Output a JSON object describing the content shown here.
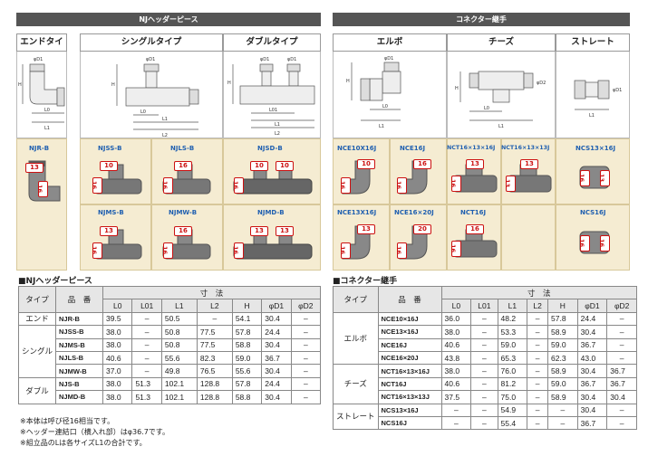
{
  "left_section": "NJヘッダーピース",
  "right_section": "コネクター継手",
  "types": {
    "end": "エンドタイプ",
    "single": "シングルタイプ",
    "double": "ダブルタイプ",
    "elbow": "エルボ",
    "tee": "チーズ",
    "straight": "ストレート"
  },
  "products": {
    "njr": {
      "code": "NJR-B",
      "tags": [
        "13",
        "16"
      ]
    },
    "njss": {
      "code": "NJSS-B",
      "tags": [
        "10",
        "16"
      ]
    },
    "njls": {
      "code": "NJLS-B",
      "tags": [
        "16",
        "16"
      ]
    },
    "njsd": {
      "code": "NJSD-B",
      "tags": [
        "10",
        "10",
        "16"
      ]
    },
    "njms": {
      "code": "NJMS-B",
      "tags": [
        "13",
        "16"
      ]
    },
    "njmw": {
      "code": "NJMW-B",
      "tags": [
        "16",
        "16"
      ]
    },
    "njmd": {
      "code": "NJMD-B",
      "tags": [
        "13",
        "13",
        "16"
      ]
    },
    "nce10": {
      "code": "NCE10X16J",
      "tags": [
        "10",
        "16"
      ]
    },
    "nce16": {
      "code": "NCE16J",
      "tags": [
        "16",
        "16"
      ]
    },
    "nct16x16": {
      "code": "NCT16×13×16J",
      "tags": [
        "13",
        "16"
      ]
    },
    "nct16x13": {
      "code": "NCT16×13×13J",
      "tags": [
        "13",
        "13"
      ]
    },
    "ncs13": {
      "code": "NCS13×16J",
      "tags": [
        "16",
        "13"
      ]
    },
    "nce13": {
      "code": "NCE13X16J",
      "tags": [
        "13",
        "16"
      ]
    },
    "nce16x20": {
      "code": "NCE16×20J",
      "tags": [
        "20",
        "16"
      ]
    },
    "nct16": {
      "code": "NCT16J",
      "tags": [
        "16",
        "16"
      ]
    },
    "ncs16": {
      "code": "NCS16J",
      "tags": [
        "16",
        "16"
      ]
    }
  },
  "left_table": {
    "caption": "■NJヘッダーピース",
    "h_type": "タイプ",
    "h_name": "品　番",
    "h_dim": "寸　法",
    "cols": [
      "L0",
      "L01",
      "L1",
      "L2",
      "H",
      "φD1",
      "φD2"
    ],
    "cat_end": "エンド",
    "cat_single": "シングル",
    "cat_double": "ダブル",
    "rows": [
      [
        "NJR-B",
        "39.5",
        "–",
        "50.5",
        "–",
        "54.1",
        "30.4",
        "–"
      ],
      [
        "NJSS-B",
        "38.0",
        "–",
        "50.8",
        "77.5",
        "57.8",
        "24.4",
        "–"
      ],
      [
        "NJMS-B",
        "38.0",
        "–",
        "50.8",
        "77.5",
        "58.8",
        "30.4",
        "–"
      ],
      [
        "NJLS-B",
        "40.6",
        "–",
        "55.6",
        "82.3",
        "59.0",
        "36.7",
        "–"
      ],
      [
        "NJMW-B",
        "37.0",
        "–",
        "49.8",
        "76.5",
        "55.6",
        "30.4",
        "–"
      ],
      [
        "NJS-B",
        "38.0",
        "51.3",
        "102.1",
        "128.8",
        "57.8",
        "24.4",
        "–"
      ],
      [
        "NJMD-B",
        "38.0",
        "51.3",
        "102.1",
        "128.8",
        "58.8",
        "30.4",
        "–"
      ]
    ]
  },
  "right_table": {
    "caption": "■コネクター継手",
    "h_type": "タイプ",
    "h_name": "品　番",
    "h_dim": "寸　法",
    "cols": [
      "L0",
      "L01",
      "L1",
      "L2",
      "H",
      "φD1",
      "φD2"
    ],
    "cat_elbow": "エルボ",
    "cat_tee": "チーズ",
    "cat_straight": "ストレート",
    "rows": [
      [
        "NCE10×16J",
        "36.0",
        "–",
        "48.2",
        "–",
        "57.8",
        "24.4",
        "–"
      ],
      [
        "NCE13×16J",
        "38.0",
        "–",
        "53.3",
        "–",
        "58.9",
        "30.4",
        "–"
      ],
      [
        "NCE16J",
        "40.6",
        "–",
        "59.0",
        "–",
        "59.0",
        "36.7",
        "–"
      ],
      [
        "NCE16×20J",
        "43.8",
        "–",
        "65.3",
        "–",
        "62.3",
        "43.0",
        "–"
      ],
      [
        "NCT16×13×16J",
        "38.0",
        "–",
        "76.0",
        "–",
        "58.9",
        "30.4",
        "36.7"
      ],
      [
        "NCT16J",
        "40.6",
        "–",
        "81.2",
        "–",
        "59.0",
        "36.7",
        "36.7"
      ],
      [
        "NCT16×13×13J",
        "37.5",
        "–",
        "75.0",
        "–",
        "58.9",
        "30.4",
        "30.4"
      ],
      [
        "NCS13×16J",
        "–",
        "–",
        "54.9",
        "–",
        "–",
        "30.4",
        "–"
      ],
      [
        "NCS16J",
        "–",
        "–",
        "55.4",
        "–",
        "–",
        "36.7",
        "–"
      ]
    ]
  },
  "notes": [
    "※本体は呼び径16相当です。",
    "※ヘッダー連結口（横入れ部）はφ36.7です。",
    "※組立品のLは各サイズL1の合計です。"
  ]
}
